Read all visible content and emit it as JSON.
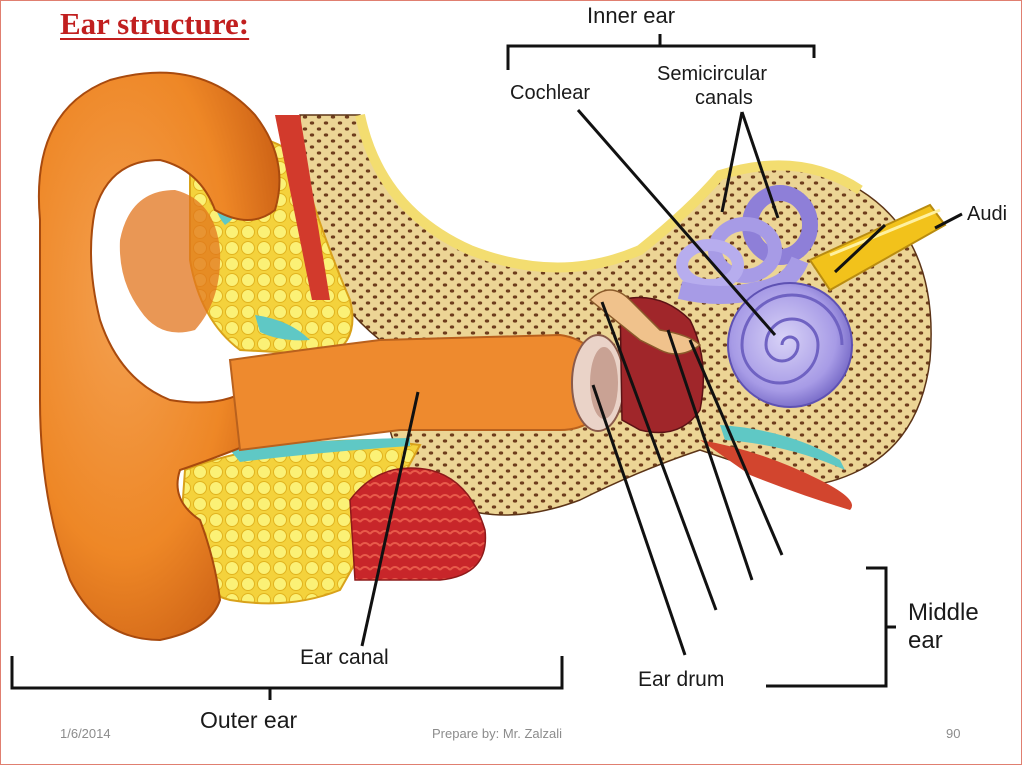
{
  "slide": {
    "title": "Ear structure:"
  },
  "labels": {
    "inner_ear": "Inner ear",
    "cochlear": "Cochlear",
    "semicircular_1": "Semicircular",
    "semicircular_2": "canals",
    "auditory_partial": "Audi",
    "middle_ear_1": "Middle",
    "middle_ear_2": "ear",
    "ear_canal": "Ear canal",
    "ear_drum": "Ear drum",
    "outer_ear": "Outer ear"
  },
  "footer": {
    "date": "1/6/2014",
    "author": "Prepare by:  Mr. Zalzali",
    "page": "90"
  },
  "colors": {
    "title_red": "#c11f1f",
    "skin_orange": "#f08a2a",
    "cartilage_yellow": "#f7e64a",
    "bone_tan": "#e9cf86",
    "cochlea_purple": "#a99ee6",
    "nerve_gold": "#f2c21b",
    "muscle_red": "#c8262a"
  }
}
